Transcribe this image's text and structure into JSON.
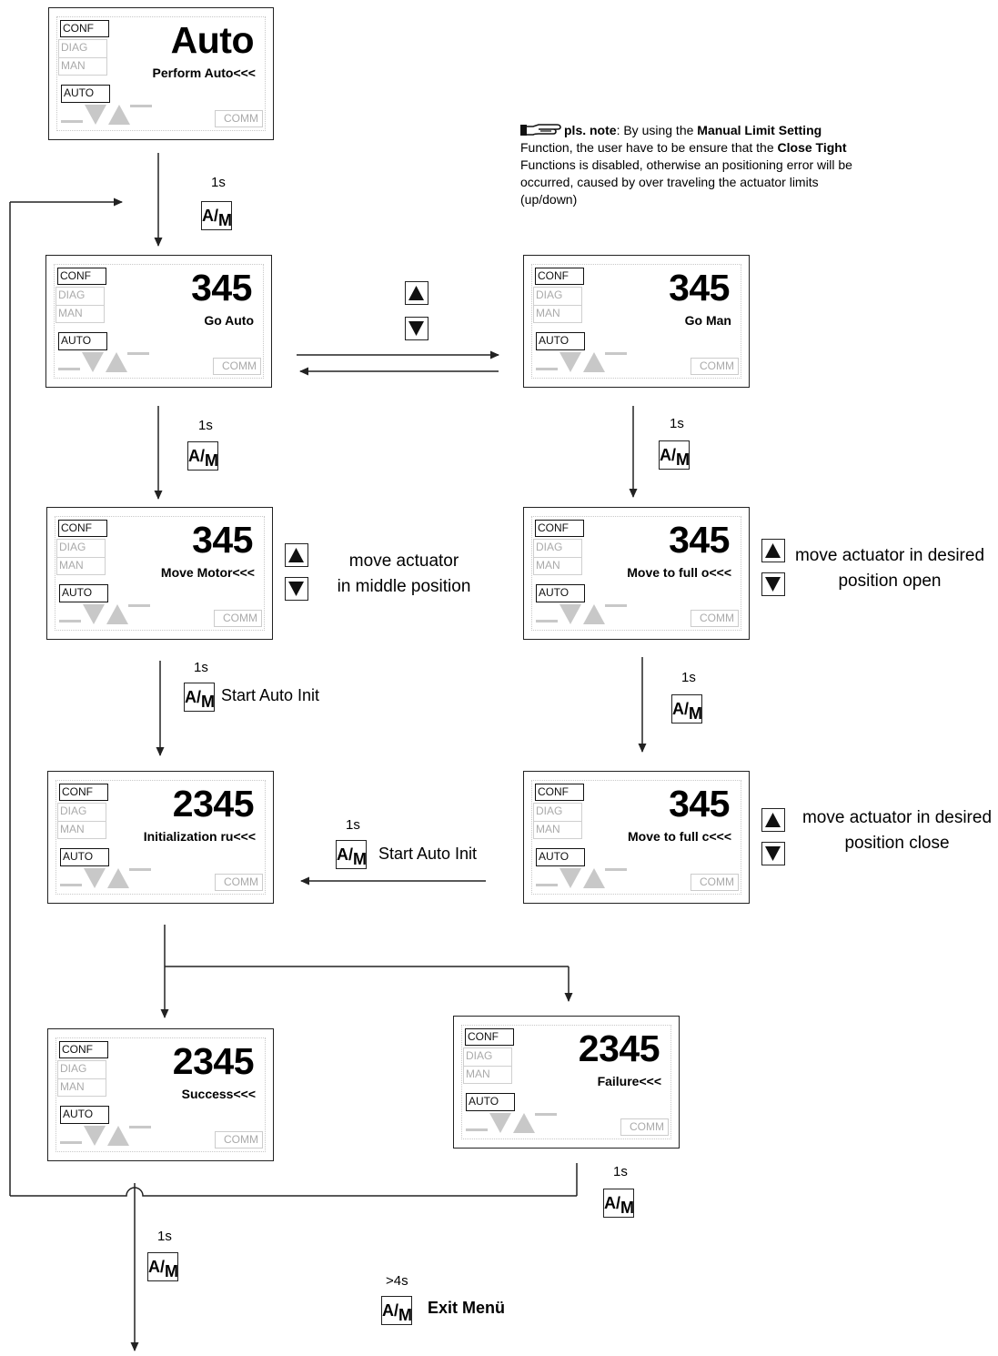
{
  "panel_labels": {
    "conf": "CONF",
    "diag": "DIAG",
    "man": "MAN",
    "auto": "AUTO",
    "comm": "COMM"
  },
  "key_label": {
    "a": "A/",
    "m": "M"
  },
  "panels": [
    {
      "id": "perform-auto",
      "value": "Auto",
      "message": "Perform Auto<<<"
    },
    {
      "id": "go-auto",
      "value": "345",
      "message": "Go Auto"
    },
    {
      "id": "go-man",
      "value": "345",
      "message": "Go Man"
    },
    {
      "id": "move-motor",
      "value": "345",
      "message": "Move Motor<<<"
    },
    {
      "id": "move-full-open",
      "value": "345",
      "message": "Move to full o<<<"
    },
    {
      "id": "init-running",
      "value": "2345",
      "message": "Initialization ru<<<"
    },
    {
      "id": "move-full-close",
      "value": "345",
      "message": "Move to full c<<<"
    },
    {
      "id": "success",
      "value": "2345",
      "message": "Success<<<"
    },
    {
      "id": "failure",
      "value": "2345",
      "message": "Failure<<<"
    }
  ],
  "note": {
    "lead": "pls. note",
    "p1": ": By using the ",
    "b1": "Manual Limit Setting",
    "p2": " Function, the user have to be ensure that the ",
    "b2": "Close Tight",
    "p3": " Functions is disabled, otherwise an positioning error will be occurred, caused by over traveling the actuator limits (up/down)"
  },
  "key_timings": {
    "one_second": "1s",
    "long_press": ">4s"
  },
  "labels": {
    "start_auto_init": "Start Auto Init",
    "move_middle_l1": "move actuator",
    "move_middle_l2": "in middle position",
    "move_open_l1": "move actuator in desired",
    "move_open_l2": "position open",
    "move_close_l1": "move actuator in desired",
    "move_close_l2": "position close",
    "exit_menu": "Exit Menü"
  }
}
